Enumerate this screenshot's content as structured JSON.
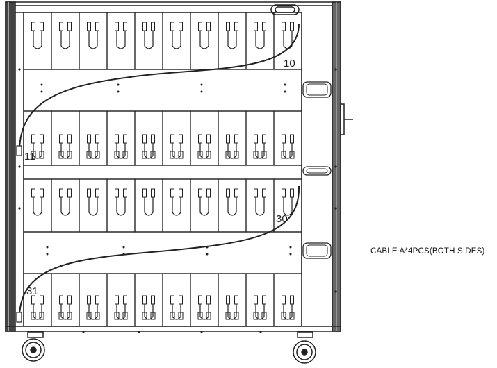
{
  "diagram": {
    "battery_labels": {
      "first_row_end": "10",
      "second_row_start": "11",
      "third_row_end": "30",
      "fourth_row_start": "31"
    },
    "note": "CABLE A*4PCS(BOTH SIDES)",
    "cells_per_row": 10,
    "rows": 4,
    "line_color": "#222222"
  }
}
